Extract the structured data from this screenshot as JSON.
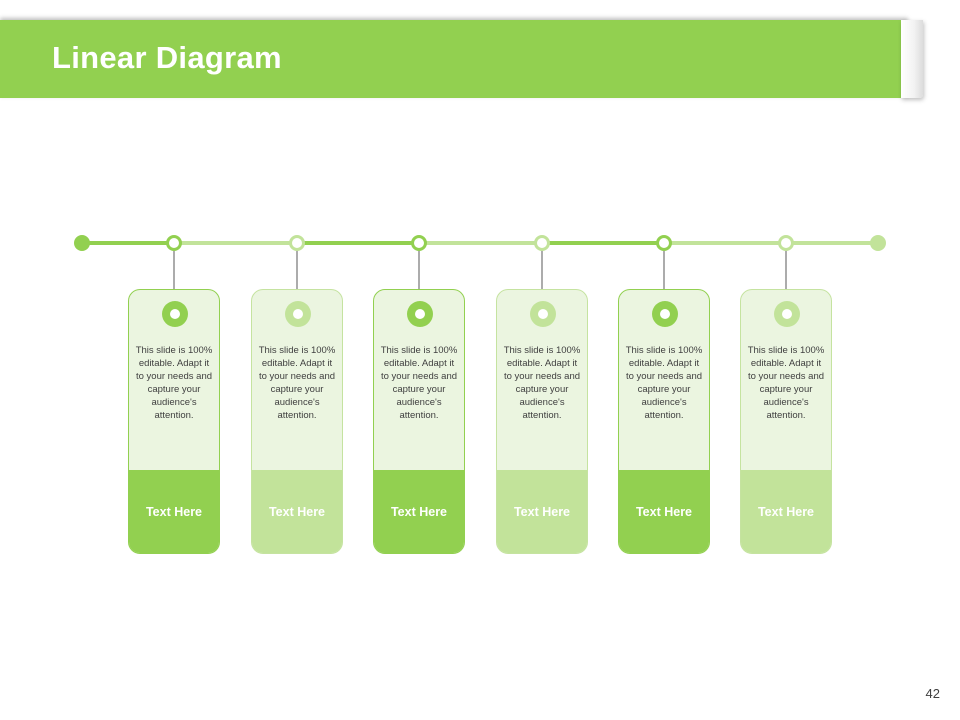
{
  "slide": {
    "title": "Linear Diagram",
    "page_number": "42"
  },
  "colors": {
    "accent": "#92d050",
    "accent_light": "#c2e39a",
    "card_bg": "#ebf5e0"
  },
  "cards": [
    {
      "text": "This slide is 100% editable. Adapt it to your needs and capture your audience's attention.",
      "label": "Text Here"
    },
    {
      "text": "This slide is 100% editable. Adapt it to your needs and capture your audience's attention.",
      "label": "Text Here"
    },
    {
      "text": "This slide is 100% editable. Adapt it to your needs and capture your audience's attention.",
      "label": "Text Here"
    },
    {
      "text": "This slide is 100% editable. Adapt it to your needs and capture your audience's attention.",
      "label": "Text Here"
    },
    {
      "text": "This slide is 100% editable. Adapt it to your needs and capture your audience's attention.",
      "label": "Text Here"
    },
    {
      "text": "This slide is 100% editable. Adapt it to your needs and capture your audience's attention.",
      "label": "Text Here"
    }
  ]
}
